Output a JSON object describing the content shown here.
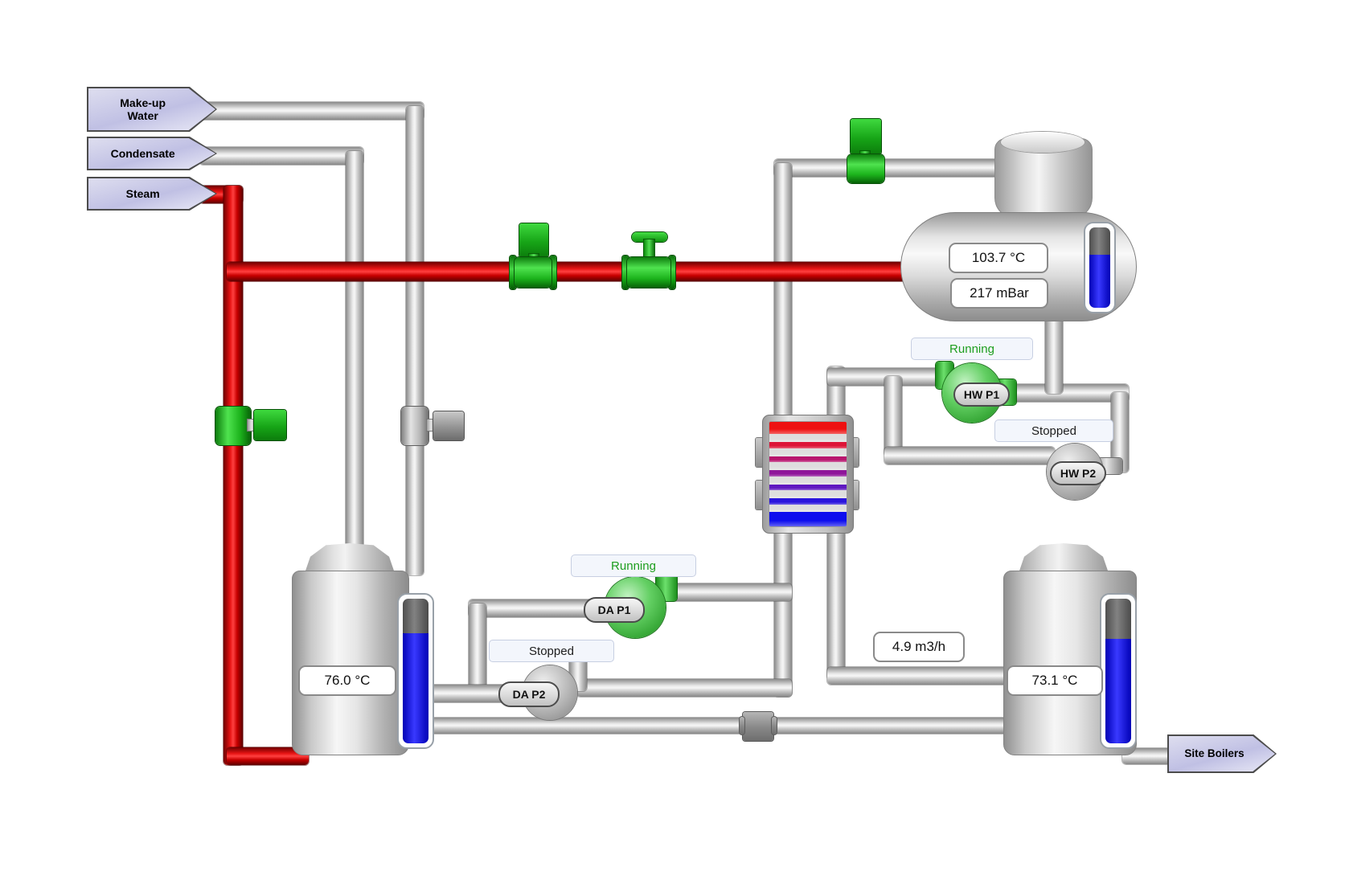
{
  "flow_tags": {
    "makeup": "Make-up Water",
    "condensate": "Condensate",
    "steam": "Steam",
    "site_boilers": "Site Boilers"
  },
  "head_tank": {
    "temperature": "103.7 °C",
    "pressure": "217 mBar"
  },
  "left_tank": {
    "temperature": "76.0 °C"
  },
  "right_tank": {
    "temperature": "73.1 °C"
  },
  "flow_readout": {
    "value": "4.9 m3/h"
  },
  "pumps": {
    "hw_p1": {
      "label": "HW P1",
      "status": "Running"
    },
    "hw_p2": {
      "label": "HW P2",
      "status": "Stopped"
    },
    "da_p1": {
      "label": "DA P1",
      "status": "Running"
    },
    "da_p2": {
      "label": "DA P2",
      "status": "Stopped"
    }
  },
  "levels": {
    "head_tank": 66,
    "left_tank": 76,
    "right_tank": 72
  },
  "colors": {
    "steam_pipe_red": "#cc0000",
    "water_pipe_gray": "#c9c9c9",
    "running_green": "#1e9e1e",
    "stopped_text": "#1c1c1c",
    "pump_running_fill": "#37a837",
    "pump_stopped_fill": "#9d9d9d",
    "valve_green": "#1cb31c",
    "level_blue": "#1212dd",
    "tag_fill": "#c0c0e4"
  },
  "heat_exchanger": {
    "stripes": [
      {
        "color": "#ee1111",
        "w": 14
      },
      {
        "color": "#dedede",
        "w": 9
      },
      {
        "color": "#dd1538",
        "w": 7
      },
      {
        "color": "#dedede",
        "w": 9
      },
      {
        "color": "#b8156e",
        "w": 7
      },
      {
        "color": "#dedede",
        "w": 9
      },
      {
        "color": "#8f169a",
        "w": 7
      },
      {
        "color": "#dedede",
        "w": 9
      },
      {
        "color": "#5f18c0",
        "w": 7
      },
      {
        "color": "#dedede",
        "w": 9
      },
      {
        "color": "#2a15dd",
        "w": 7
      },
      {
        "color": "#dedede",
        "w": 9
      },
      {
        "color": "#0d0dee",
        "w": 16
      }
    ]
  }
}
